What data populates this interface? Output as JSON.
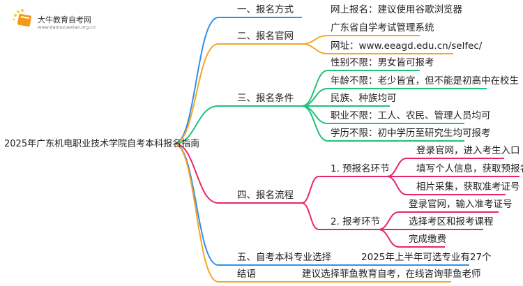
{
  "logo": {
    "title": "大牛教育自考网",
    "url": "www.daniuzuexiao.org.cn"
  },
  "root": "2025年广东机电职业技术学院自考本科报名指南",
  "colors": {
    "blue": "#2e8ff0",
    "orange": "#f5a623",
    "green": "#22c07a",
    "pink": "#e8246f"
  },
  "branches": [
    {
      "label": "一、报名方式",
      "items": [
        "网上报名：建议使用谷歌浏览器"
      ]
    },
    {
      "label": "二、报名官网",
      "items": [
        "广东省自学考试管理系统",
        "网址：www.eeagd.edu.cn/selfec/"
      ]
    },
    {
      "label": "三、报名条件",
      "items": [
        "性别不限：男女皆可报考",
        "年龄不限：老少皆宜，但不能是初高中在校生",
        "民族、种族均可",
        "职业不限：工人、农民、管理人员均可",
        "学历不限：初中学历至研究生均可报考"
      ]
    },
    {
      "label": "四、报名流程",
      "subs": [
        {
          "label": "1. 预报名环节",
          "items": [
            "登录官网，进入考生入口",
            "填写个人信息，获取预报名号",
            "相片采集，获取准考证号"
          ]
        },
        {
          "label": "2. 报考环节",
          "items": [
            "登录官网，输入准考证号",
            "选择考区和报考课程",
            "完成缴费"
          ]
        }
      ]
    },
    {
      "label": "五、自考本科专业选择",
      "items": [
        "2025年上半年可选专业有27个"
      ]
    },
    {
      "label": "结语",
      "items": [
        "建议选择菲鱼教育自考，在线咨询菲鱼老师"
      ]
    }
  ]
}
